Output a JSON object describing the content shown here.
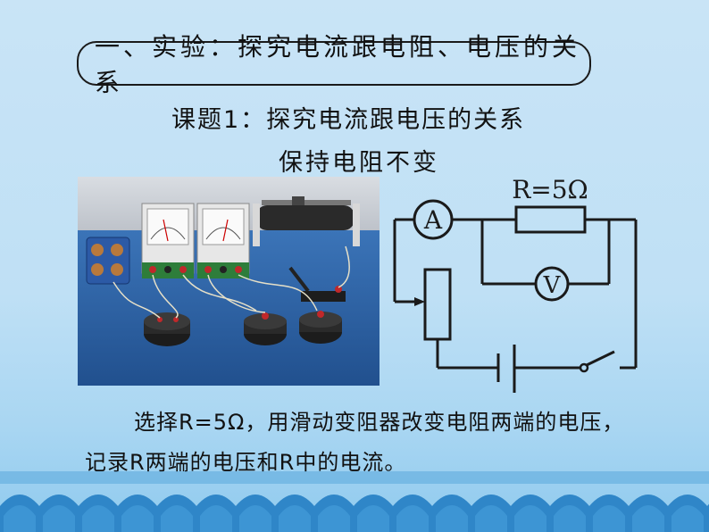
{
  "slide": {
    "title": "一、实验：探究电流跟电阻、电压的关系",
    "subtitle": "课题1：探究电流跟电压的关系",
    "condition": "保持电阻不变",
    "body_line1": "选择R=5Ω，用滑动变阻器改变电阻两端的电压，",
    "body_line2": "记录R两端的电压和R中的电流。"
  },
  "circuit": {
    "resistor_label": "R=5Ω",
    "ammeter_label": "A",
    "voltmeter_label": "V"
  },
  "colors": {
    "background": "#bfe0f5",
    "wave": "#2f86c8",
    "wave_band": "#5aa8dc",
    "line": "#1a1a1a"
  }
}
